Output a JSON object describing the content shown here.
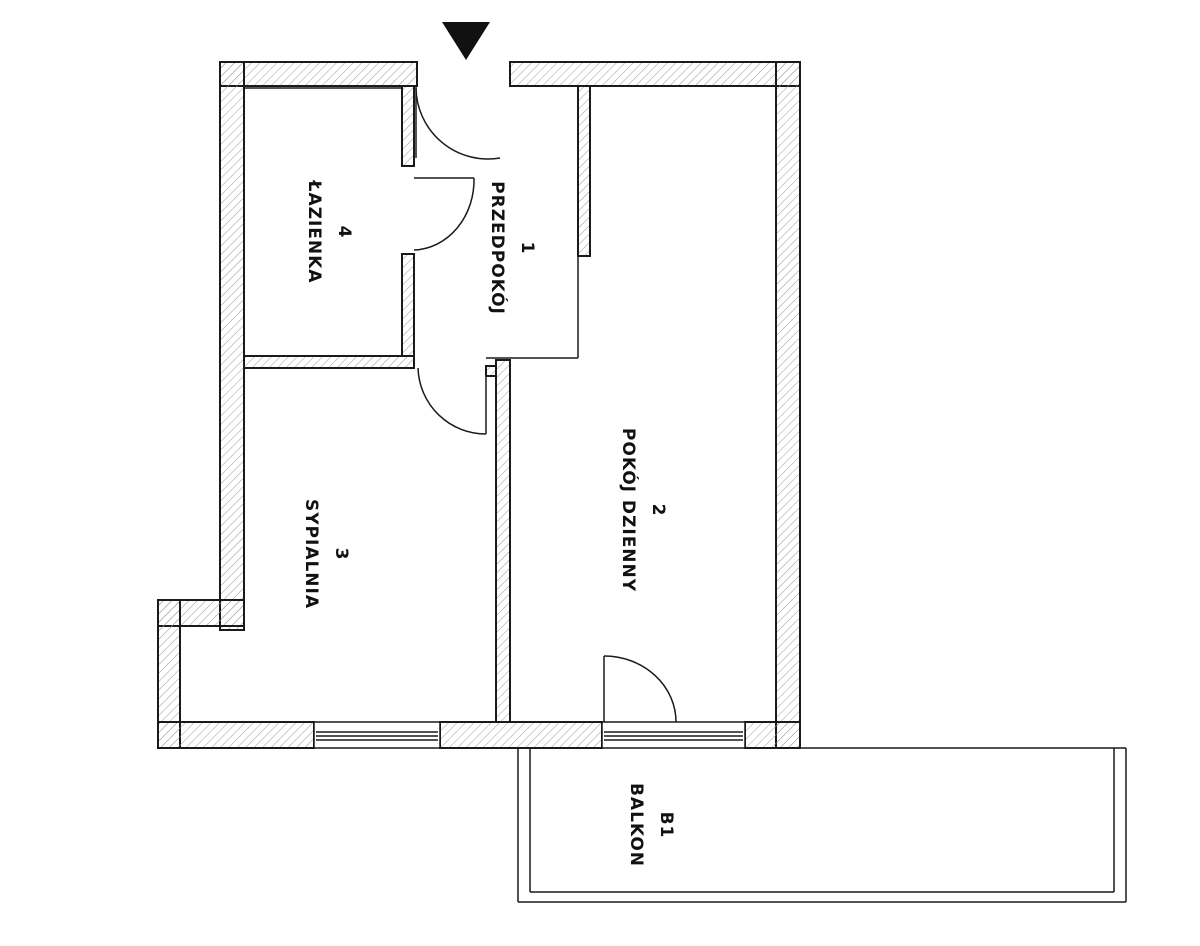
{
  "rooms": [
    {
      "number": "1",
      "name": "PRZEDPOKÓJ"
    },
    {
      "number": "2",
      "name": "POKÓJ DZIENNY"
    },
    {
      "number": "3",
      "name": "SYPIALNIA"
    },
    {
      "number": "4",
      "name": "ŁAZIENKA"
    },
    {
      "number": "B1",
      "name": "BALKON"
    }
  ],
  "icons": {
    "entrance": "entrance-arrow-icon"
  },
  "colors": {
    "wall": "#ffffff",
    "line": "#1a1a1a",
    "hatch": "#9a9a9a",
    "background": "#ffffff"
  }
}
